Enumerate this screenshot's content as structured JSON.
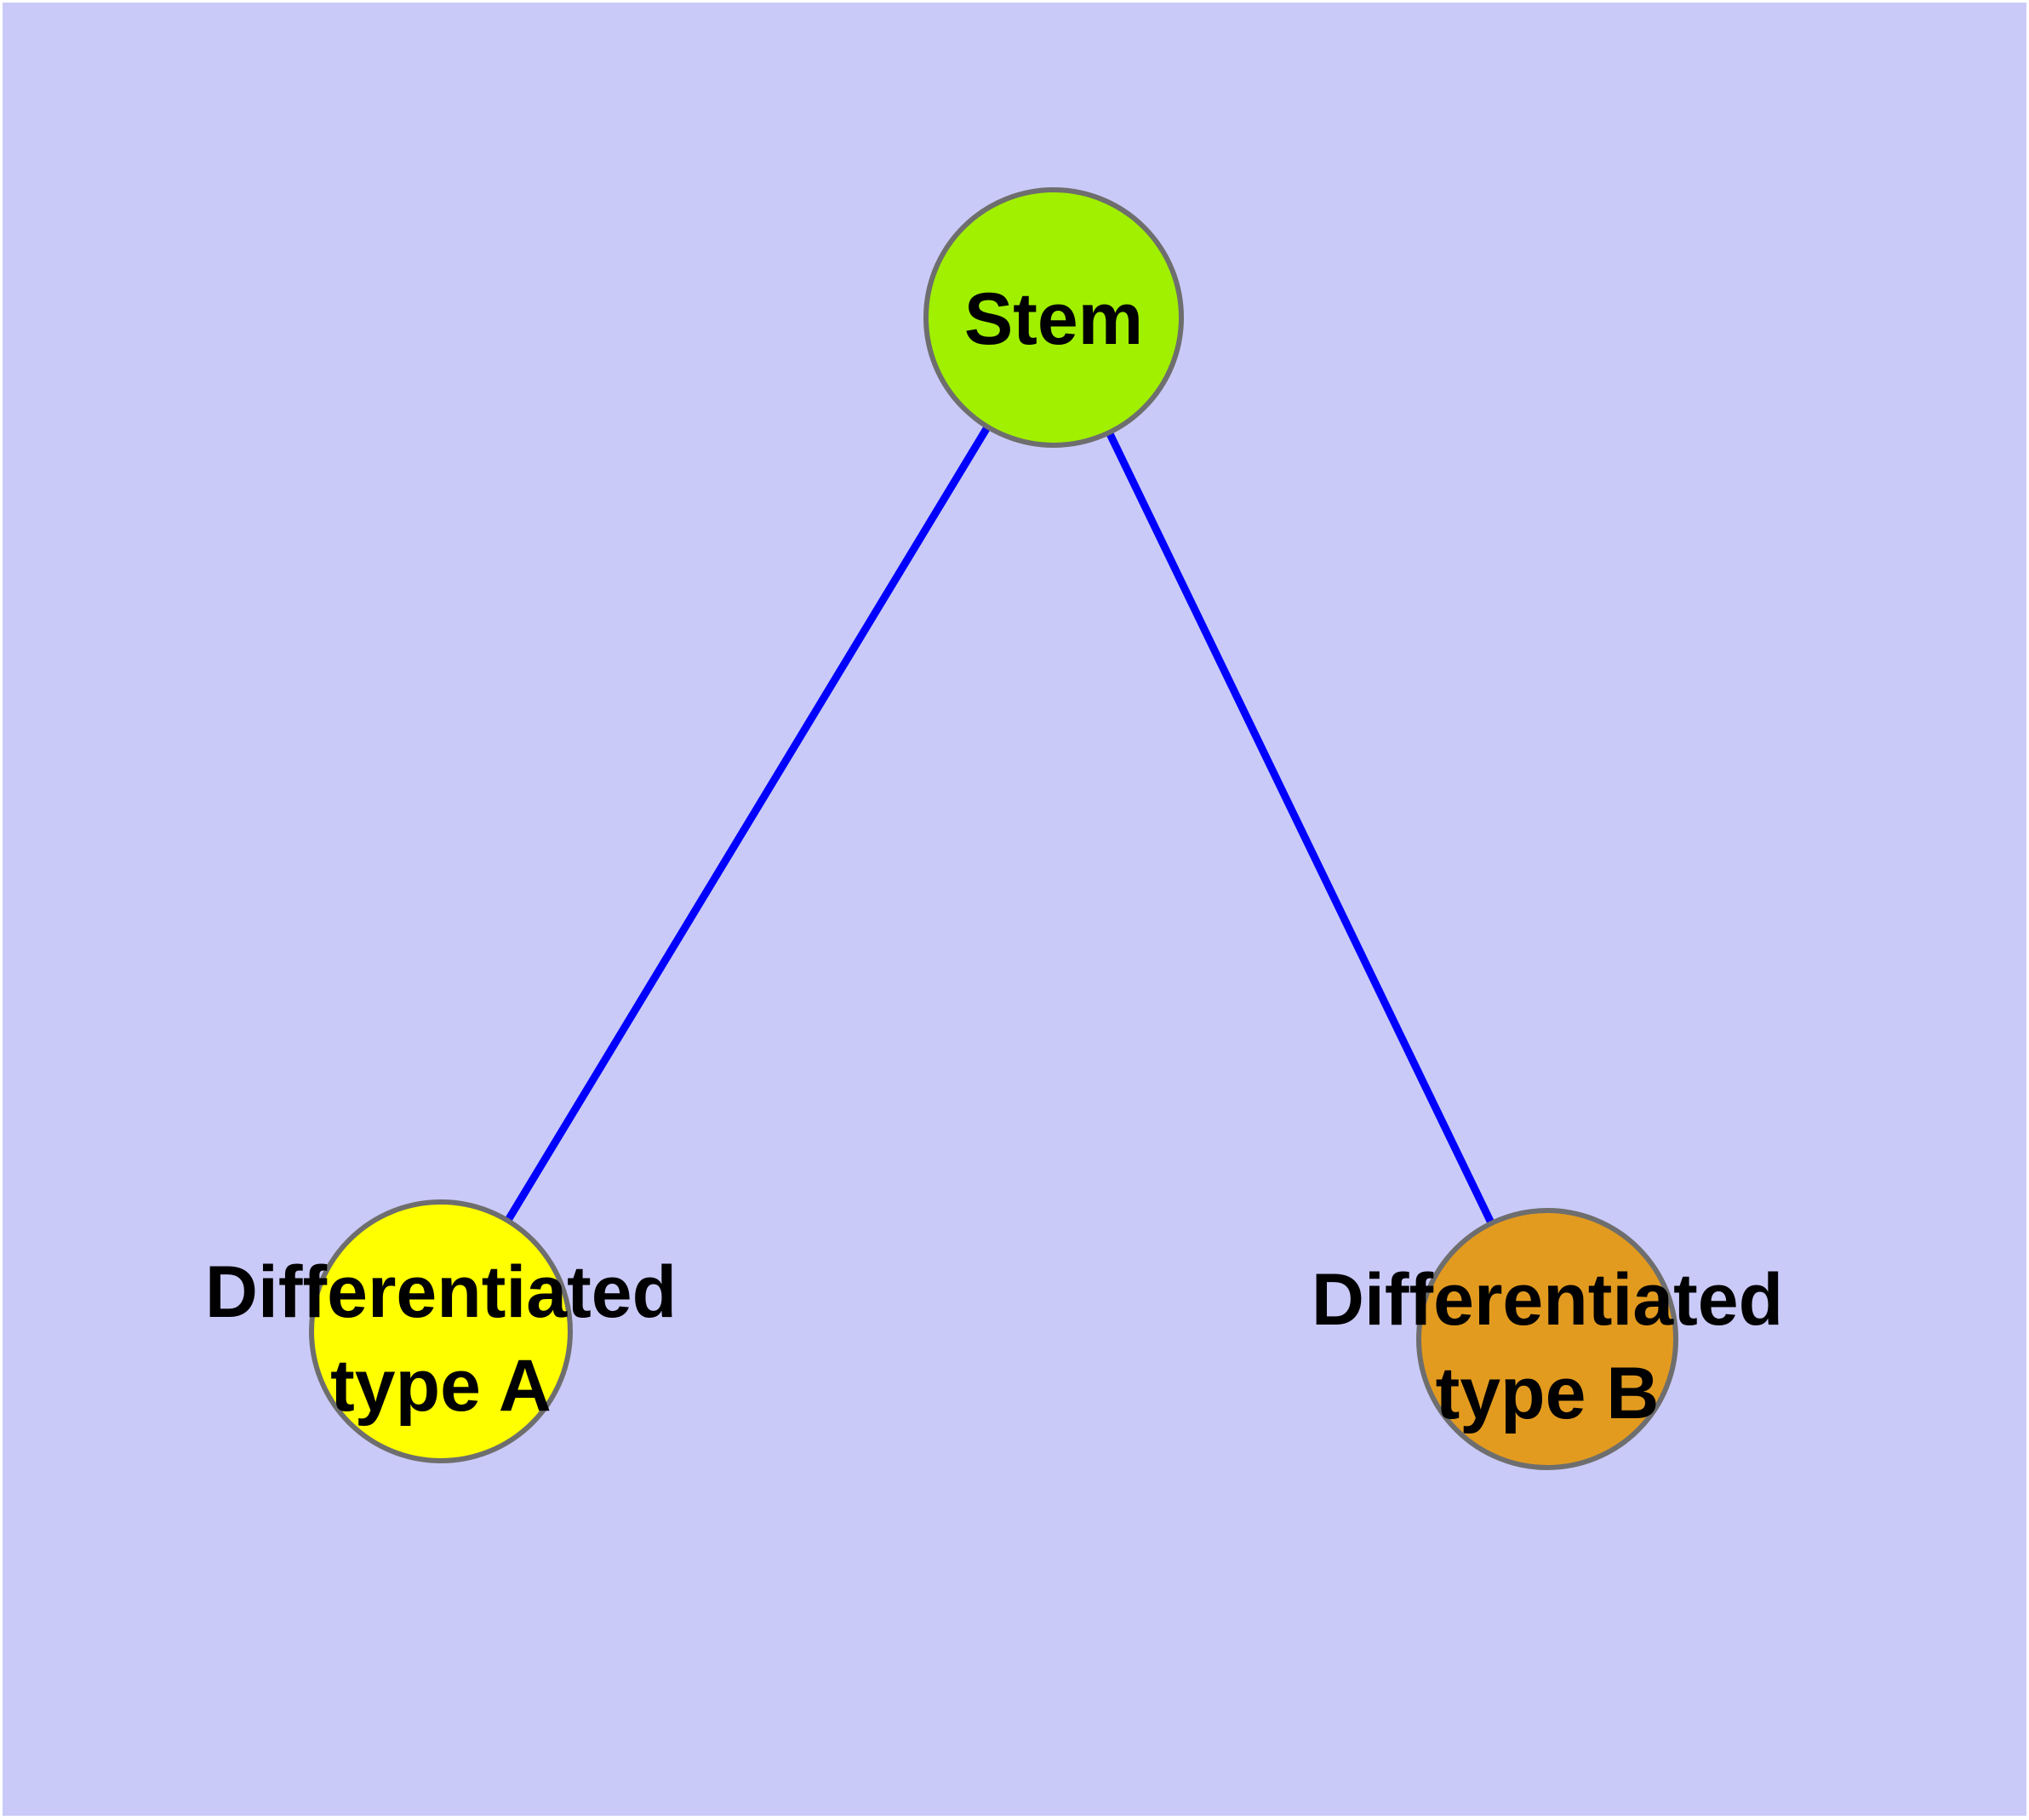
{
  "diagram": {
    "type": "node-link-graph",
    "colors": {
      "background": "#CACAF8",
      "edge": "#0000FF",
      "node_border": "#6E6E6E",
      "text": "#000000"
    },
    "nodes": [
      {
        "id": "stem",
        "label": "Stem",
        "label_line1": "Stem",
        "label_line2": "",
        "fill": "#A0F000"
      },
      {
        "id": "differentiated-type-a",
        "label": "Differentiated type A",
        "label_line1": "Differentiated",
        "label_line2": "type A",
        "fill": "#FFFF00"
      },
      {
        "id": "differentiated-type-b",
        "label": "Differentiated type B",
        "label_line1": "Differentiated",
        "label_line2": "type B",
        "fill": "#E39B1F"
      }
    ],
    "edges": [
      {
        "from": "Stem",
        "to": "Differentiated type A"
      },
      {
        "from": "Stem",
        "to": "Differentiated type B"
      }
    ]
  }
}
